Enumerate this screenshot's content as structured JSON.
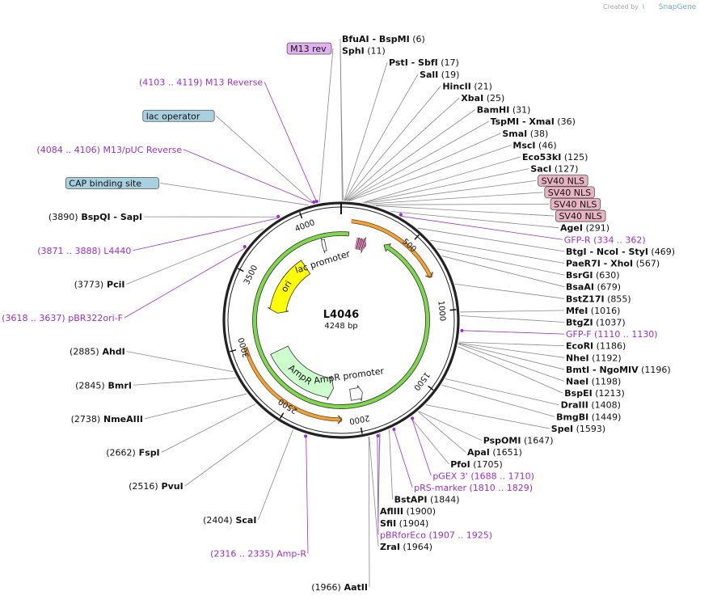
{
  "credit": {
    "created_by": "Created by",
    "brand": "SnapGene"
  },
  "plasmid": {
    "name": "L4046",
    "length": "4248 bp",
    "total_bp": 4248
  },
  "ticks": [
    {
      "bp": 500,
      "label": "500"
    },
    {
      "bp": 1000,
      "label": "1000"
    },
    {
      "bp": 1500,
      "label": "1500"
    },
    {
      "bp": 2000,
      "label": "2000"
    },
    {
      "bp": 2500,
      "label": "2500"
    },
    {
      "bp": 3000,
      "label": "3000"
    },
    {
      "bp": 3500,
      "label": "3500"
    },
    {
      "bp": 4000,
      "label": "4000"
    }
  ],
  "right_labels": [
    {
      "parts": [
        {
          "t": "BfuAI",
          "c": "enz"
        },
        {
          "t": "  -  ",
          "c": "enz"
        },
        {
          "t": "BspMI",
          "c": "enz"
        },
        {
          "t": "   (6)",
          "c": "pos"
        }
      ],
      "bp": 6,
      "kind": "site"
    },
    {
      "parts": [
        {
          "t": "SphI",
          "c": "enz"
        },
        {
          "t": "   (11)",
          "c": "pos"
        }
      ],
      "bp": 11,
      "kind": "site"
    },
    {
      "parts": [
        {
          "t": "PstI",
          "c": "enz"
        },
        {
          "t": "  -  ",
          "c": "enz"
        },
        {
          "t": "SbfI",
          "c": "enz"
        },
        {
          "t": "   (17)",
          "c": "pos"
        }
      ],
      "bp": 17,
      "kind": "site"
    },
    {
      "parts": [
        {
          "t": "SalI",
          "c": "enz"
        },
        {
          "t": "   (19)",
          "c": "pos"
        }
      ],
      "bp": 19,
      "kind": "site"
    },
    {
      "parts": [
        {
          "t": "HincII",
          "c": "enz"
        },
        {
          "t": "   (21)",
          "c": "pos"
        }
      ],
      "bp": 21,
      "kind": "site"
    },
    {
      "parts": [
        {
          "t": "XbaI",
          "c": "enz"
        },
        {
          "t": "   (25)",
          "c": "pos"
        }
      ],
      "bp": 25,
      "kind": "site"
    },
    {
      "parts": [
        {
          "t": "BamHI",
          "c": "enz"
        },
        {
          "t": "   (31)",
          "c": "pos"
        }
      ],
      "bp": 31,
      "kind": "site"
    },
    {
      "parts": [
        {
          "t": "TspMI",
          "c": "enz"
        },
        {
          "t": "  -  ",
          "c": "enz"
        },
        {
          "t": "XmaI",
          "c": "enz"
        },
        {
          "t": "   (36)",
          "c": "pos"
        }
      ],
      "bp": 36,
      "kind": "site"
    },
    {
      "parts": [
        {
          "t": "SmaI",
          "c": "enz"
        },
        {
          "t": "   (38)",
          "c": "pos"
        }
      ],
      "bp": 38,
      "kind": "site"
    },
    {
      "parts": [
        {
          "t": "MscI",
          "c": "enz"
        },
        {
          "t": "   (46)",
          "c": "pos"
        }
      ],
      "bp": 46,
      "kind": "site"
    },
    {
      "parts": [
        {
          "t": "Eco53kI",
          "c": "enz"
        },
        {
          "t": "   (125)",
          "c": "pos"
        }
      ],
      "bp": 125,
      "kind": "site"
    },
    {
      "parts": [
        {
          "t": "SacI",
          "c": "enz"
        },
        {
          "t": "   (127)",
          "c": "pos"
        }
      ],
      "bp": 127,
      "kind": "site"
    },
    {
      "parts": [
        {
          "t": "SV40 NLS",
          "c": "box"
        }
      ],
      "bp": 140,
      "kind": "box"
    },
    {
      "parts": [
        {
          "t": "SV40 NLS",
          "c": "box"
        }
      ],
      "bp": 160,
      "kind": "box"
    },
    {
      "parts": [
        {
          "t": "SV40 NLS",
          "c": "box"
        }
      ],
      "bp": 180,
      "kind": "box"
    },
    {
      "parts": [
        {
          "t": "SV40 NLS",
          "c": "box"
        }
      ],
      "bp": 200,
      "kind": "box"
    },
    {
      "parts": [
        {
          "t": "AgeI",
          "c": "enz"
        },
        {
          "t": "   (291)",
          "c": "pos"
        }
      ],
      "bp": 291,
      "kind": "site"
    },
    {
      "parts": [
        {
          "t": "GFP-R",
          "c": "prim"
        },
        {
          "t": "    (334 .. 362)",
          "c": "prim"
        }
      ],
      "bp": 348,
      "kind": "primer"
    },
    {
      "parts": [
        {
          "t": "BtgI",
          "c": "enz"
        },
        {
          "t": "  -  ",
          "c": "enz"
        },
        {
          "t": "NcoI",
          "c": "enz"
        },
        {
          "t": "  -  ",
          "c": "enz"
        },
        {
          "t": "StyI",
          "c": "enz"
        },
        {
          "t": "   (469)",
          "c": "pos"
        }
      ],
      "bp": 469,
      "kind": "site"
    },
    {
      "parts": [
        {
          "t": "PaeR7I",
          "c": "enz"
        },
        {
          "t": "  -  ",
          "c": "enz"
        },
        {
          "t": "XhoI",
          "c": "enz"
        },
        {
          "t": "   (567)",
          "c": "pos"
        }
      ],
      "bp": 567,
      "kind": "site"
    },
    {
      "parts": [
        {
          "t": "BsrGI",
          "c": "enz"
        },
        {
          "t": "   (630)",
          "c": "pos"
        }
      ],
      "bp": 630,
      "kind": "site"
    },
    {
      "parts": [
        {
          "t": "BsaAI",
          "c": "enz"
        },
        {
          "t": "   (679)",
          "c": "pos"
        }
      ],
      "bp": 679,
      "kind": "site"
    },
    {
      "parts": [
        {
          "t": "BstZ17I",
          "c": "enz"
        },
        {
          "t": "   (855)",
          "c": "pos"
        }
      ],
      "bp": 855,
      "kind": "site"
    },
    {
      "parts": [
        {
          "t": "MfeI",
          "c": "enz"
        },
        {
          "t": "   (1016)",
          "c": "pos"
        }
      ],
      "bp": 1016,
      "kind": "site"
    },
    {
      "parts": [
        {
          "t": "BtgZI",
          "c": "enz"
        },
        {
          "t": "   (1037)",
          "c": "pos"
        }
      ],
      "bp": 1037,
      "kind": "site"
    },
    {
      "parts": [
        {
          "t": "GFP-F",
          "c": "prim"
        },
        {
          "t": "    (1110 .. 1130)",
          "c": "prim"
        }
      ],
      "bp": 1120,
      "kind": "primer"
    },
    {
      "parts": [
        {
          "t": "EcoRI",
          "c": "enz"
        },
        {
          "t": "   (1186)",
          "c": "pos"
        }
      ],
      "bp": 1186,
      "kind": "site"
    },
    {
      "parts": [
        {
          "t": "NheI",
          "c": "enz"
        },
        {
          "t": "   (1192)",
          "c": "pos"
        }
      ],
      "bp": 1192,
      "kind": "site"
    },
    {
      "parts": [
        {
          "t": "BmtI",
          "c": "enz"
        },
        {
          "t": "  -  ",
          "c": "enz"
        },
        {
          "t": "NgoMIV",
          "c": "enz"
        },
        {
          "t": "   (1196)",
          "c": "pos"
        }
      ],
      "bp": 1194,
      "kind": "site"
    },
    {
      "parts": [
        {
          "t": "NaeI",
          "c": "enz"
        },
        {
          "t": "   (1198)",
          "c": "pos"
        }
      ],
      "bp": 1198,
      "kind": "site"
    },
    {
      "parts": [
        {
          "t": "BspEI",
          "c": "enz"
        },
        {
          "t": "   (1213)",
          "c": "pos"
        }
      ],
      "bp": 1213,
      "kind": "site"
    },
    {
      "parts": [
        {
          "t": "DraIII",
          "c": "enz"
        },
        {
          "t": "   (1408)",
          "c": "pos"
        }
      ],
      "bp": 1408,
      "kind": "site"
    },
    {
      "parts": [
        {
          "t": "BmgBI",
          "c": "enz"
        },
        {
          "t": "   (1449)",
          "c": "pos"
        }
      ],
      "bp": 1449,
      "kind": "site"
    },
    {
      "parts": [
        {
          "t": "SpeI",
          "c": "enz"
        },
        {
          "t": "   (1593)",
          "c": "pos"
        }
      ],
      "bp": 1593,
      "kind": "site"
    },
    {
      "parts": [
        {
          "t": "PspOMI",
          "c": "enz"
        },
        {
          "t": "   (1647)",
          "c": "pos"
        }
      ],
      "bp": 1647,
      "kind": "site"
    },
    {
      "parts": [
        {
          "t": "ApaI",
          "c": "enz"
        },
        {
          "t": "   (1651)",
          "c": "pos"
        }
      ],
      "bp": 1651,
      "kind": "site"
    },
    {
      "parts": [
        {
          "t": "PfoI",
          "c": "enz"
        },
        {
          "t": "   (1705)",
          "c": "pos"
        }
      ],
      "bp": 1705,
      "kind": "site"
    },
    {
      "parts": [
        {
          "t": "pGEX 3'",
          "c": "prim"
        },
        {
          "t": "    (1688 .. 1710)",
          "c": "prim"
        }
      ],
      "bp": 1699,
      "kind": "primer"
    },
    {
      "parts": [
        {
          "t": "pRS-marker",
          "c": "prim"
        },
        {
          "t": "    (1810 .. 1829)",
          "c": "prim"
        }
      ],
      "bp": 1819,
      "kind": "primer"
    },
    {
      "parts": [
        {
          "t": "BstAPI",
          "c": "enz"
        },
        {
          "t": "   (1844)",
          "c": "pos"
        }
      ],
      "bp": 1844,
      "kind": "site"
    },
    {
      "parts": [
        {
          "t": "AflIII",
          "c": "enz"
        },
        {
          "t": "   (1900)",
          "c": "pos"
        }
      ],
      "bp": 1900,
      "kind": "site"
    },
    {
      "parts": [
        {
          "t": "SfiI",
          "c": "enz"
        },
        {
          "t": "   (1904)",
          "c": "pos"
        }
      ],
      "bp": 1904,
      "kind": "site"
    },
    {
      "parts": [
        {
          "t": "pBRforEco",
          "c": "prim"
        },
        {
          "t": "    (1907 .. 1925)",
          "c": "prim"
        }
      ],
      "bp": 1916,
      "kind": "primer"
    },
    {
      "parts": [
        {
          "t": "ZraI",
          "c": "enz"
        },
        {
          "t": "   (1964)",
          "c": "pos"
        }
      ],
      "bp": 1964,
      "kind": "site"
    }
  ],
  "left_labels": [
    {
      "parts": [
        {
          "t": "M13 rev",
          "c": "box"
        }
      ],
      "bp": 4125,
      "kind": "box"
    },
    {
      "parts": [
        {
          "t": "(4103 .. 4119)",
          "c": "prim"
        },
        {
          "t": "  M13 Reverse",
          "c": "prim"
        }
      ],
      "bp": 4111,
      "kind": "primer"
    },
    {
      "parts": [
        {
          "t": "lac operator",
          "c": "box"
        }
      ],
      "bp": 4095,
      "kind": "box"
    },
    {
      "parts": [
        {
          "t": "(4084 .. 4106)",
          "c": "prim"
        },
        {
          "t": "  M13/pUC Reverse",
          "c": "prim"
        }
      ],
      "bp": 4095,
      "kind": "primer"
    },
    {
      "parts": [
        {
          "t": "CAP binding site",
          "c": "box"
        }
      ],
      "bp": 4060,
      "kind": "box"
    },
    {
      "parts": [
        {
          "t": "(3890)",
          "c": "pos"
        },
        {
          "t": "  BspQI",
          "c": "enz"
        },
        {
          "t": "  -  ",
          "c": "enz"
        },
        {
          "t": "SapI",
          "c": "enz"
        }
      ],
      "bp": 3890,
      "kind": "site"
    },
    {
      "parts": [
        {
          "t": "(3871 .. 3888)",
          "c": "prim"
        },
        {
          "t": "  L4440",
          "c": "prim"
        }
      ],
      "bp": 3879,
      "kind": "primer"
    },
    {
      "parts": [
        {
          "t": "(3773)",
          "c": "pos"
        },
        {
          "t": "  PciI",
          "c": "enz"
        }
      ],
      "bp": 3773,
      "kind": "site"
    },
    {
      "parts": [
        {
          "t": "(3618 .. 3637)",
          "c": "prim"
        },
        {
          "t": "  pBR322ori-F",
          "c": "prim"
        }
      ],
      "bp": 3627,
      "kind": "primer"
    },
    {
      "parts": [
        {
          "t": "(2885)",
          "c": "pos"
        },
        {
          "t": "  AhdI",
          "c": "enz"
        }
      ],
      "bp": 2885,
      "kind": "site"
    },
    {
      "parts": [
        {
          "t": "(2845)",
          "c": "pos"
        },
        {
          "t": "  BmrI",
          "c": "enz"
        }
      ],
      "bp": 2845,
      "kind": "site"
    },
    {
      "parts": [
        {
          "t": "(2738)",
          "c": "pos"
        },
        {
          "t": "  NmeAIII",
          "c": "enz"
        }
      ],
      "bp": 2738,
      "kind": "site"
    },
    {
      "parts": [
        {
          "t": "(2662)",
          "c": "pos"
        },
        {
          "t": "  FspI",
          "c": "enz"
        }
      ],
      "bp": 2662,
      "kind": "site"
    },
    {
      "parts": [
        {
          "t": "(2516)",
          "c": "pos"
        },
        {
          "t": "  PvuI",
          "c": "enz"
        }
      ],
      "bp": 2516,
      "kind": "site"
    },
    {
      "parts": [
        {
          "t": "(2404)",
          "c": "pos"
        },
        {
          "t": "  ScaI",
          "c": "enz"
        }
      ],
      "bp": 2404,
      "kind": "site"
    },
    {
      "parts": [
        {
          "t": "(2316 .. 2335)",
          "c": "prim"
        },
        {
          "t": "  Amp-R",
          "c": "prim"
        }
      ],
      "bp": 2325,
      "kind": "primer"
    },
    {
      "parts": [
        {
          "t": "(1966)",
          "c": "pos"
        },
        {
          "t": "  AatII",
          "c": "enz"
        }
      ],
      "bp": 1966,
      "kind": "site"
    }
  ],
  "features": [
    {
      "name": "ori",
      "start": 3260,
      "end": 3850,
      "dir": "rev",
      "color": "#ffff00",
      "label": "ori"
    },
    {
      "name": "AmpR",
      "start": 2200,
      "end": 2880,
      "dir": "rev",
      "color": "#ccffcc",
      "label": "AmpR"
    },
    {
      "name": "AmpR promoter",
      "start": 1930,
      "end": 2040,
      "dir": "rev",
      "color": "#ffffff",
      "label": "AmpR promoter"
    },
    {
      "name": "lac promoter",
      "start": 4080,
      "end": 4110,
      "dir": "rev",
      "color": "#ffffff",
      "label": "lac promoter"
    },
    {
      "name": "GFP",
      "start": 350,
      "end": 60,
      "dir": "rev",
      "color": "#7fd84a",
      "label": ""
    },
    {
      "name": "SV40 NLS",
      "start": 130,
      "end": 215,
      "dir": "fwd",
      "color": "#8b2a5e",
      "label": ""
    }
  ],
  "orange_arcs": [
    {
      "start": 70,
      "end": 760,
      "dir": "fwd"
    },
    {
      "start": 2120,
      "end": 3000,
      "dir": "rev"
    }
  ],
  "colors": {
    "primer": "#9a2fcf",
    "box_pink": "#e8b4c4",
    "box_blue": "#a8d0e0",
    "box_violet": "#e0b0f0",
    "orange": "#f0a23a",
    "ring": "#222222"
  }
}
